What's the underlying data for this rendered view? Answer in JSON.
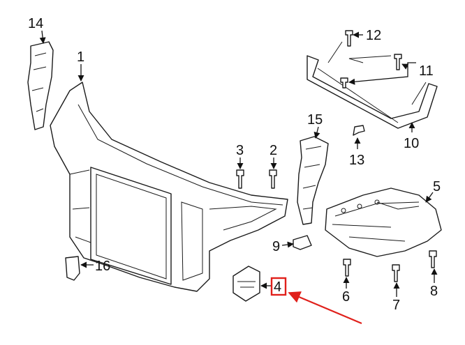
{
  "diagram": {
    "callouts": [
      {
        "id": "c1",
        "label": "1"
      },
      {
        "id": "c2",
        "label": "2"
      },
      {
        "id": "c3",
        "label": "3"
      },
      {
        "id": "c4",
        "label": "4"
      },
      {
        "id": "c5",
        "label": "5"
      },
      {
        "id": "c6",
        "label": "6"
      },
      {
        "id": "c7",
        "label": "7"
      },
      {
        "id": "c8",
        "label": "8"
      },
      {
        "id": "c9",
        "label": "9"
      },
      {
        "id": "c10",
        "label": "10"
      },
      {
        "id": "c11",
        "label": "11"
      },
      {
        "id": "c12",
        "label": "12"
      },
      {
        "id": "c13",
        "label": "13"
      },
      {
        "id": "c14",
        "label": "14"
      },
      {
        "id": "c15",
        "label": "15"
      },
      {
        "id": "c16",
        "label": "16"
      }
    ],
    "highlighted_callout": "4",
    "highlight_color": "#e0201b",
    "arrow_color": "#e0201b",
    "line_color": "#111111"
  }
}
